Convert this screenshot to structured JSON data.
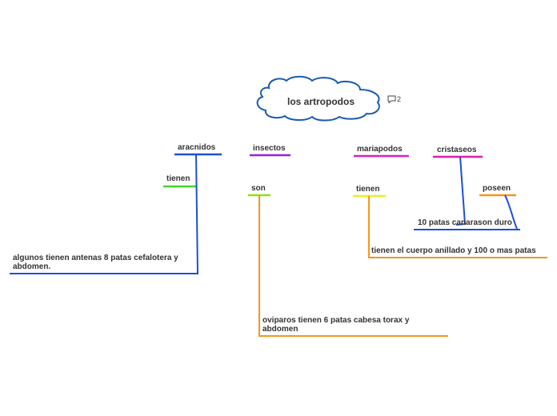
{
  "root": {
    "label": "los artropodos",
    "comment_count": "2",
    "icon": "comment-icon"
  },
  "branches": {
    "aracnidos": {
      "label": "aracnidos",
      "connector": "tienen",
      "detail": "algunos tienen antenas 8 patas cefalotera y abdomen.",
      "color": "#1d4fd8",
      "connector_color": "#3ddc1e"
    },
    "insectos": {
      "label": "insectos",
      "connector": "son",
      "detail": "oviparos tienen 6 patas cabesa torax y abdomen",
      "color": "#9b1de0",
      "connector_color": "#8fe01e",
      "detail_color": "#f5961e"
    },
    "mariapodos": {
      "label": "mariapodos",
      "connector": "tienen",
      "detail": "tienen el cuerpo anillado y 100 o mas patas",
      "color": "#d81ec8",
      "connector_color": "#e8f01e",
      "detail_color": "#f5961e"
    },
    "cristaseos": {
      "label": "cristaseos",
      "connector": "poseen",
      "detail": "10 patas canarason duro",
      "color": "#e01ea8",
      "connector_color": "#f5961e",
      "detail_color": "#1d4fd8"
    }
  },
  "colors": {
    "cloud_stroke": "#1a5cb0",
    "text": "#333333"
  }
}
